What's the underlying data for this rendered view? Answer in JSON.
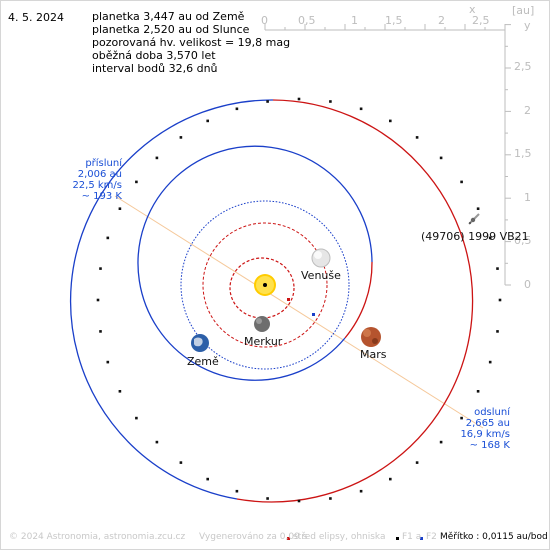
{
  "date": "4. 5. 2024",
  "info_lines": [
    "planetka 3,447 au od Země",
    "planetka 2,520 au od Slunce",
    "pozorovaná hv. velikost = 19,8 mag",
    "oběžná doba 3,570 let",
    "interval bodů 32,6 dnů"
  ],
  "x_scale": {
    "ticks": [
      "0",
      "0,5",
      "1",
      "1,5",
      "2",
      "2,5"
    ],
    "unit": "[au]",
    "axis_letter_x": "x"
  },
  "y_scale": {
    "ticks": [
      "2,5",
      "2",
      "1,5",
      "1",
      "0,5",
      "0"
    ],
    "axis_letter_y": "y"
  },
  "perihelion": {
    "title": "přísluní",
    "distance": "2,006 au",
    "speed": "22,5 km/s",
    "temp": "~ 193 K"
  },
  "aphelion": {
    "title": "odsluní",
    "distance": "2,665 au",
    "speed": "16,9 km/s",
    "temp": "~ 168 K"
  },
  "asteroid_label": "(49706) 1999 VB21",
  "planets": {
    "venus": "Venuše",
    "mercury": "Merkur",
    "earth": "Země",
    "mars": "Mars"
  },
  "footer": {
    "copyright": "© 2024 Astronomia, astronomia.zcu.cz",
    "generated": "Vygenerováno za 0,09 s",
    "legend_center": "střed elipsy, ohniska",
    "legend_f1": "F1 a",
    "legend_f2": "F2",
    "scale": "Měřítko : 0,0115 au/bod"
  },
  "colors": {
    "orbit_blue": "#1a3fc9",
    "orbit_red": "#cc1414",
    "label_blue": "#1a4fd6",
    "apsis_line": "#f5c89a",
    "scale_gray": "#bdbdbd"
  }
}
